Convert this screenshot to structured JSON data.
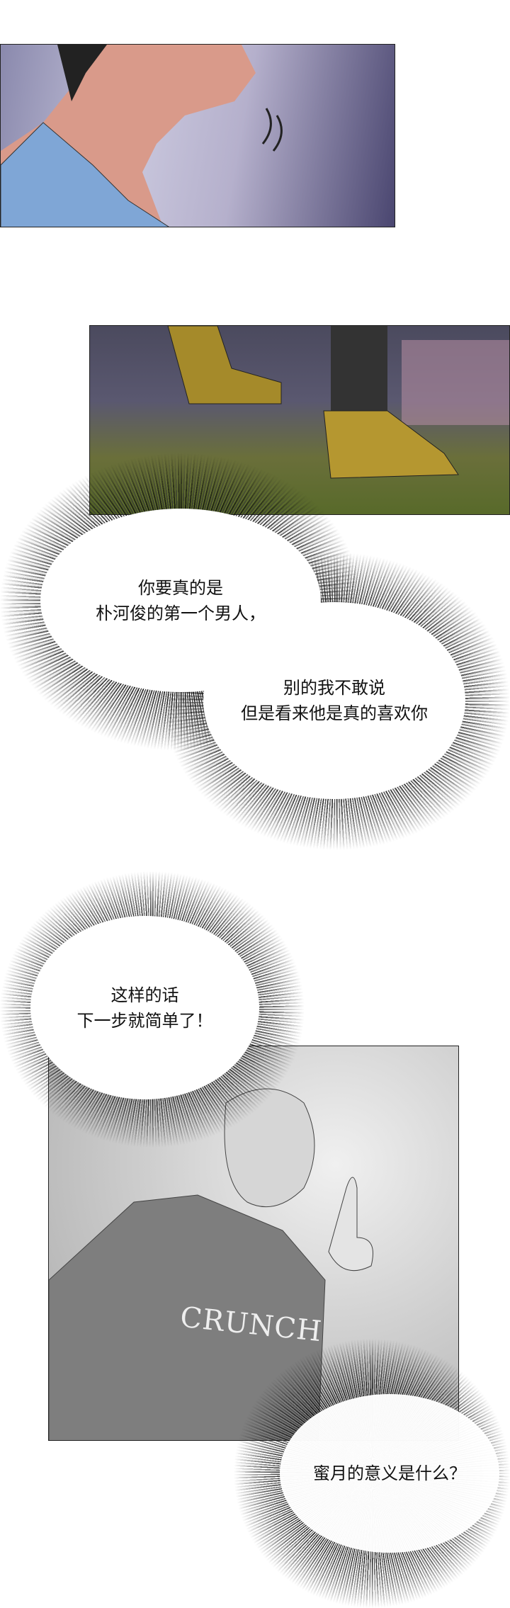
{
  "panels": [
    {
      "description_visible_text": ""
    },
    {
      "description_visible_text": ""
    },
    {
      "shirt_text": "CRUNCH"
    }
  ],
  "bubbles": [
    {
      "lines": [
        "你要真的是",
        "朴河俊的第一个男人，"
      ]
    },
    {
      "lines": [
        "别的我不敢说",
        "但是看来他是真的喜欢你"
      ]
    },
    {
      "lines": [
        "这样的话",
        "下一步就简单了！"
      ]
    },
    {
      "lines": [
        "蜜月的意义是什么？"
      ]
    }
  ]
}
